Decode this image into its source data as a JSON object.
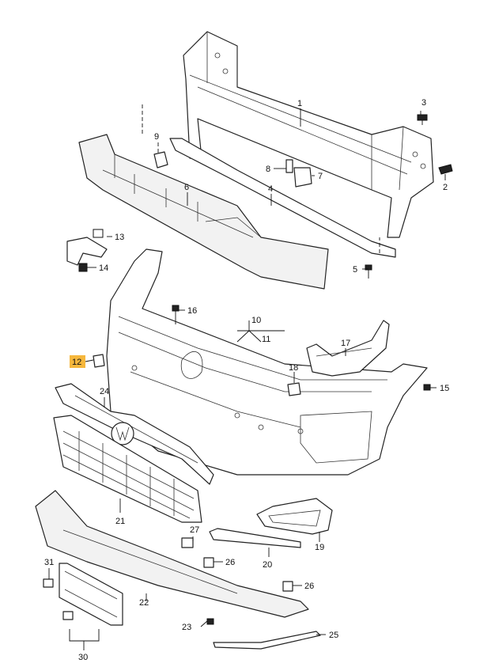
{
  "parts": [
    {
      "id": "1",
      "label": "1"
    },
    {
      "id": "2",
      "label": "2"
    },
    {
      "id": "3",
      "label": "3"
    },
    {
      "id": "4",
      "label": "4"
    },
    {
      "id": "5",
      "label": "5"
    },
    {
      "id": "6",
      "label": "6"
    },
    {
      "id": "7",
      "label": "7"
    },
    {
      "id": "8",
      "label": "8"
    },
    {
      "id": "9",
      "label": "9"
    },
    {
      "id": "10",
      "label": "10"
    },
    {
      "id": "11",
      "label": "11"
    },
    {
      "id": "12",
      "label": "12",
      "highlighted": true
    },
    {
      "id": "13",
      "label": "13"
    },
    {
      "id": "14",
      "label": "14"
    },
    {
      "id": "15",
      "label": "15"
    },
    {
      "id": "16",
      "label": "16"
    },
    {
      "id": "17",
      "label": "17"
    },
    {
      "id": "18",
      "label": "18"
    },
    {
      "id": "19",
      "label": "19"
    },
    {
      "id": "20",
      "label": "20"
    },
    {
      "id": "21",
      "label": "21"
    },
    {
      "id": "22",
      "label": "22"
    },
    {
      "id": "23",
      "label": "23"
    },
    {
      "id": "24",
      "label": "24"
    },
    {
      "id": "25",
      "label": "25"
    },
    {
      "id": "26",
      "label": "26"
    },
    {
      "id": "26b",
      "label": "26"
    },
    {
      "id": "27",
      "label": "27"
    },
    {
      "id": "30",
      "label": "30"
    },
    {
      "id": "31",
      "label": "31"
    }
  ],
  "colors": {
    "highlight": "#f6b73c",
    "line": "#222222",
    "background": "#ffffff"
  }
}
